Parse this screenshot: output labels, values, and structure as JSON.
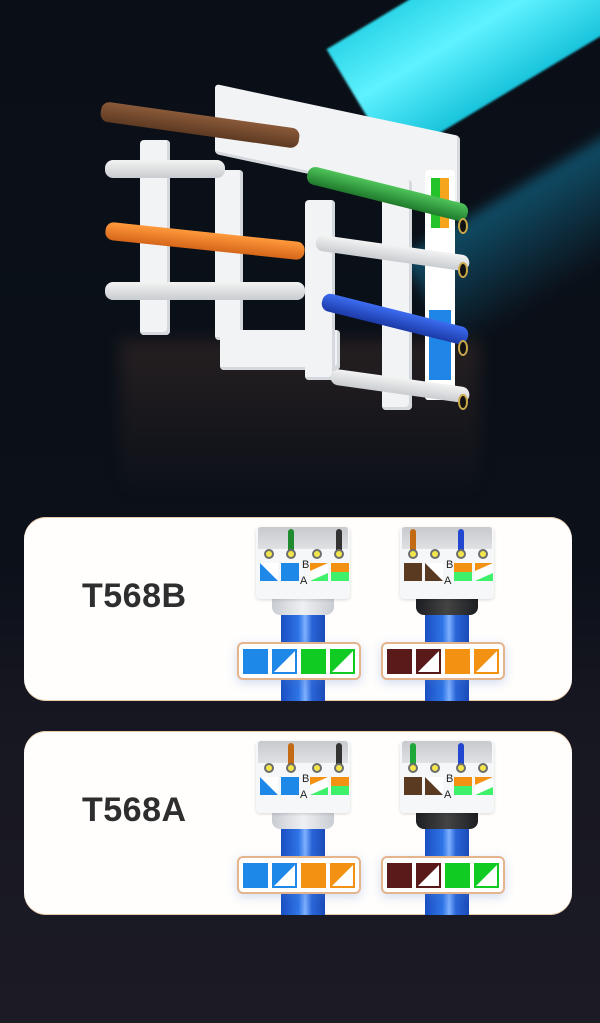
{
  "hero": {
    "description": "3D render of a keystone jack with colored wires and cyan cable",
    "wire_colors": [
      "brown",
      "white",
      "orange",
      "white",
      "green",
      "white",
      "blue",
      "white"
    ]
  },
  "standards": [
    {
      "label": "T568B",
      "jack_left": {
        "pin_letter": "A",
        "pair_letter": "B",
        "codes": [
          "blue-white-stripe",
          "blue",
          "orange-white-stripe",
          "orange"
        ]
      },
      "jack_right": {
        "pin_letter": "A",
        "pair_letter": "B",
        "codes": [
          "brown",
          "brown-white-stripe",
          "orange",
          "orange-white-stripe"
        ]
      },
      "legend_left": [
        "blue",
        "blue-white",
        "green",
        "green-white"
      ],
      "legend_right": [
        "brown",
        "brown-white",
        "orange",
        "orange-white"
      ]
    },
    {
      "label": "T568A",
      "jack_left": {
        "pin_letter": "A",
        "pair_letter": "B",
        "codes": [
          "blue-white-stripe",
          "blue",
          "orange-white-stripe",
          "orange"
        ]
      },
      "jack_right": {
        "pin_letter": "A",
        "pair_letter": "B",
        "codes": [
          "brown",
          "brown-white-stripe",
          "orange",
          "orange-white-stripe"
        ]
      },
      "legend_left": [
        "blue",
        "blue-white",
        "orange",
        "orange-white"
      ],
      "legend_right": [
        "brown",
        "brown-white",
        "green",
        "green-white"
      ]
    }
  ],
  "colors": {
    "blue": "#1e88e8",
    "green": "#10cc22",
    "orange": "#f39212",
    "brown": "#5a1a1a",
    "code_brown": "#5b3a22",
    "code_green": "#3ef06a",
    "card_border": "#e4b48c"
  }
}
